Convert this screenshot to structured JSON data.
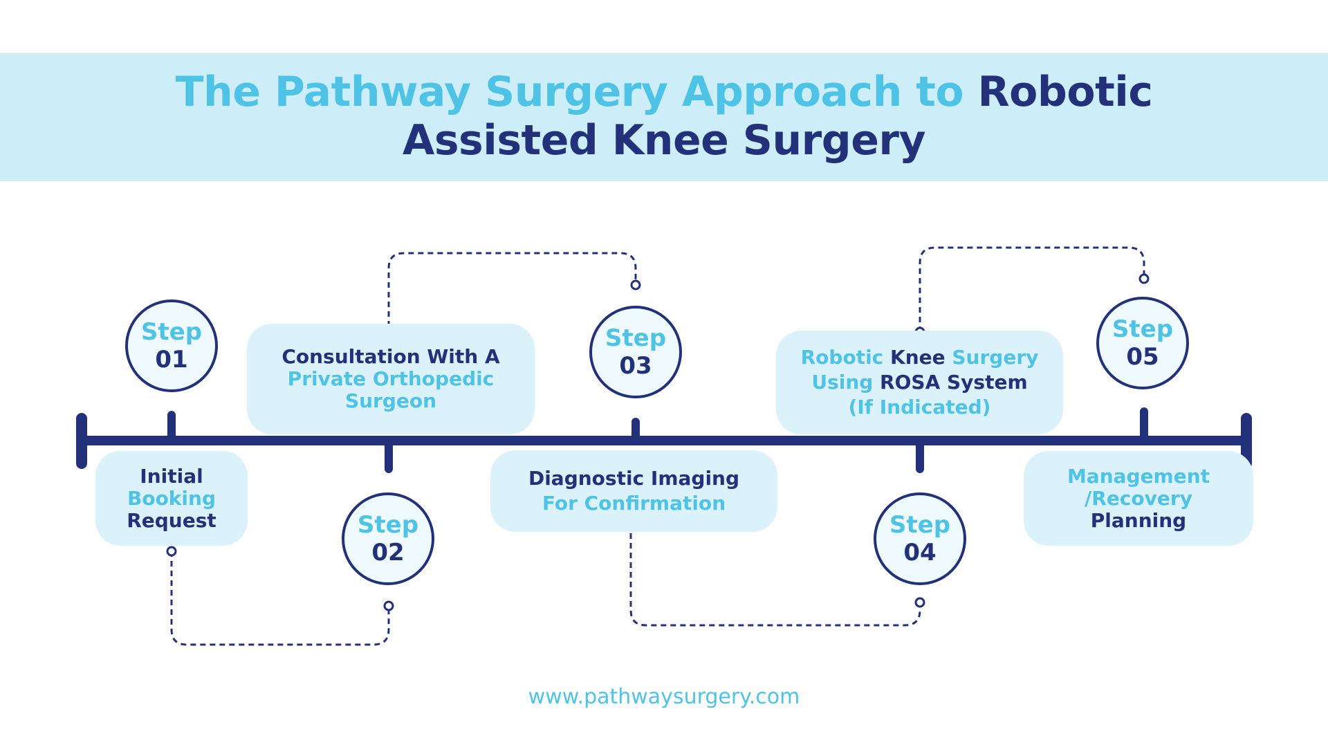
{
  "title": {
    "line1_light": "The Pathway Surgery Approach to ",
    "line1_dark": "Robotic",
    "line2_dark": "Assisted Knee Surgery"
  },
  "steps": [
    {
      "label": "Step",
      "number": "01"
    },
    {
      "label": "Step",
      "number": "02"
    },
    {
      "label": "Step",
      "number": "03"
    },
    {
      "label": "Step",
      "number": "04"
    },
    {
      "label": "Step",
      "number": "05"
    }
  ],
  "descriptions": {
    "step1": {
      "line1": "Initial",
      "line2": "Booking",
      "line3": "Request"
    },
    "step2": {
      "line1": "Consultation With A",
      "line2": "Private Orthopedic",
      "line3": "Surgeon"
    },
    "step3": {
      "line1": "Diagnostic Imaging",
      "line2": "For Confirmation"
    },
    "step4": {
      "l1a": "Robotic",
      "l1b": " Knee ",
      "l1c": "Surgery",
      "l2a": "Using",
      "l2b": " ROSA System",
      "line3": "(If Indicated)"
    },
    "step5": {
      "line1": "Management",
      "line2": "/Recovery",
      "line3": "Planning"
    }
  },
  "footer": {
    "url": "www.pathwaysurgery.com"
  },
  "colors": {
    "navy": "#23317a",
    "light_blue": "#4ec3e6",
    "banner": "#cdeef8",
    "box": "#dbf2fb"
  }
}
